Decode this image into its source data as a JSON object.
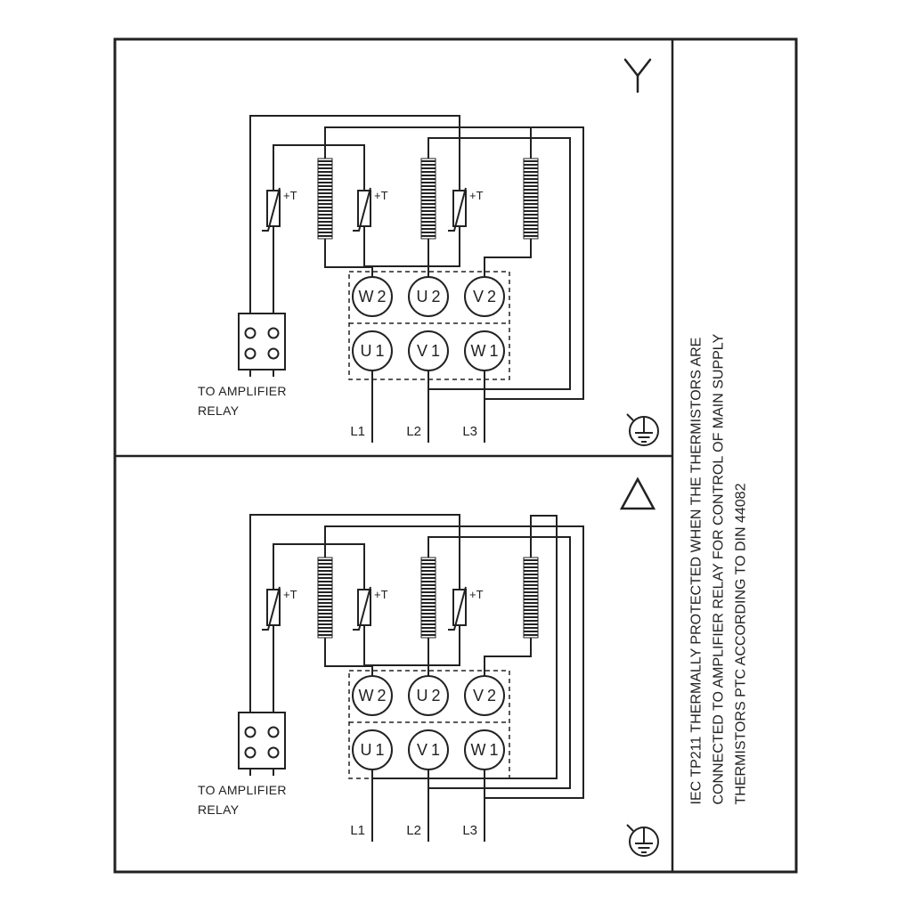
{
  "colors": {
    "background": "#ffffff",
    "line": "#222222"
  },
  "side_note": {
    "lines": [
      "IEC TP211 THERMALLY PROTECTED WHEN THE THERMISTORS ARE",
      "CONNECTED TO AMPLIFIER RELAY FOR CONTROL OF MAIN SUPPLY",
      "THERMISTORS PTC ACCORDING TO DIN 44082"
    ]
  },
  "panels": [
    {
      "id": "star",
      "symbol_icon": "star-connection-icon",
      "thermistor_label": "+T",
      "terminals_top": [
        "W2",
        "U2",
        "V2"
      ],
      "terminals_bottom": [
        "U1",
        "V1",
        "W1"
      ],
      "relay_note": [
        "TO AMPLIFIER",
        "RELAY"
      ],
      "supply_labels": [
        "L1",
        "L2",
        "L3"
      ]
    },
    {
      "id": "delta",
      "symbol_icon": "delta-connection-icon",
      "thermistor_label": "+T",
      "terminals_top": [
        "W2",
        "U2",
        "V2"
      ],
      "terminals_bottom": [
        "U1",
        "V1",
        "W1"
      ],
      "relay_note": [
        "TO AMPLIFIER",
        "RELAY"
      ],
      "supply_labels": [
        "L1",
        "L2",
        "L3"
      ]
    }
  ]
}
